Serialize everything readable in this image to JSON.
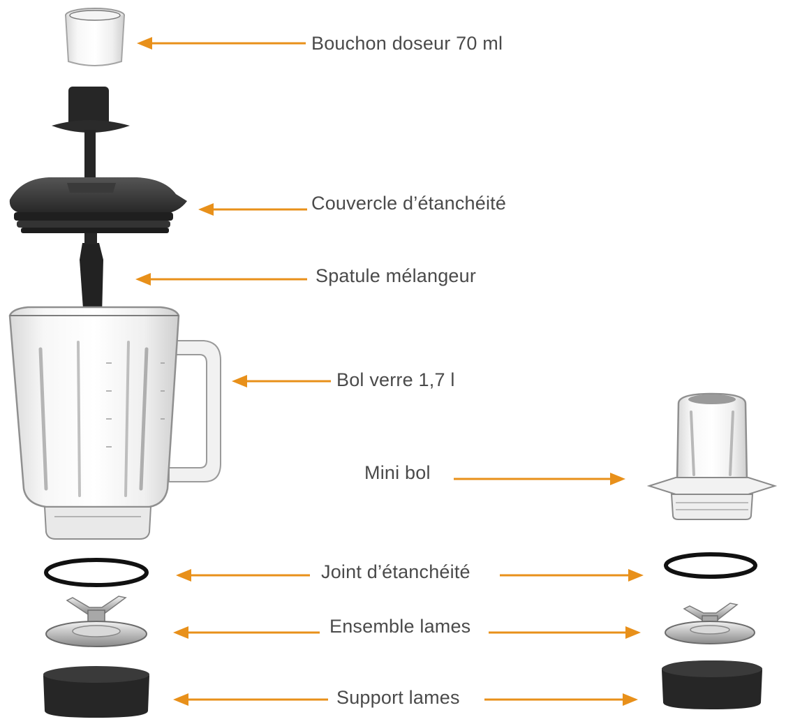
{
  "labels": {
    "bouchon": "Bouchon doseur 70 ml",
    "couvercle": "Couvercle d’étanchéité",
    "spatule": "Spatule mélangeur",
    "bol": "Bol verre 1,7 l",
    "mini_bol": "Mini bol",
    "joint": "Joint d’étanchéité",
    "lames": "Ensemble lames",
    "support": "Support lames"
  },
  "colors": {
    "arrow": "#e8901a",
    "label_text": "#4a4a4a",
    "dark_part": "#2b2b2b",
    "glass_edge": "#9a9a9a"
  }
}
